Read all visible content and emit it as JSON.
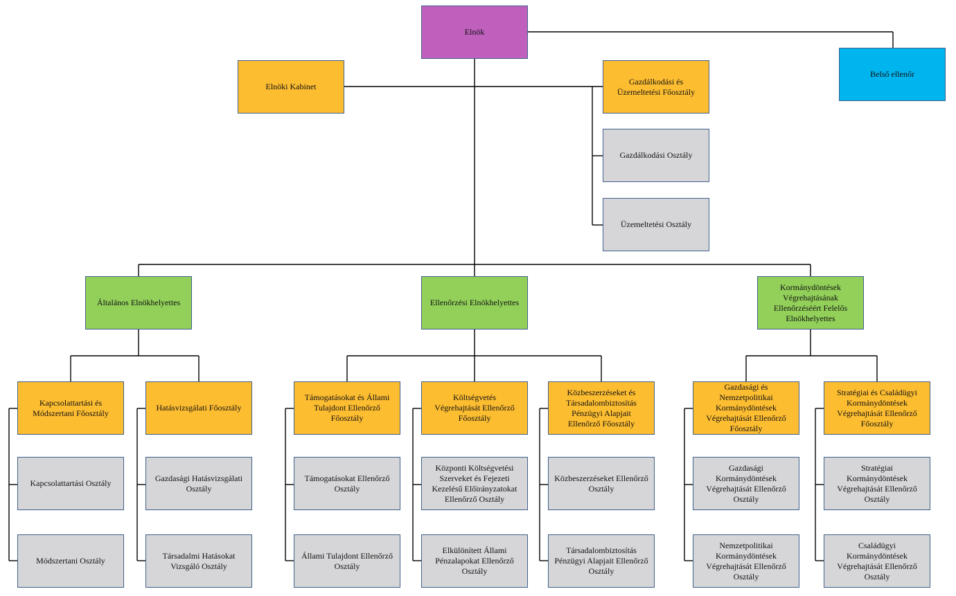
{
  "colors": {
    "president": "#bf60bd",
    "department": "#fdbd31",
    "internal_audit": "#00b4ee",
    "vice_president": "#92d05a",
    "unit": "#d6d6d8",
    "border": "#3f5f8a",
    "connector": "#000000"
  },
  "org": {
    "president": "Elnök",
    "internal_auditor": "Belső ellenőr",
    "cabinet": "Elnöki Kabinet",
    "finance_dept": "Gazdálkodási és\nÜzemeltetési Főosztály",
    "finance_units": [
      "Gazdálkodási Osztály",
      "Üzemeltetési Osztály"
    ],
    "vice_presidents": [
      {
        "label": "Általános Elnökhelyettes",
        "departments": [
          {
            "label": "Kapcsolattartási és\nMódszertani Főosztály",
            "units": [
              "Kapcsolattartási Osztály",
              "Módszertani Osztály"
            ]
          },
          {
            "label": "Hatásvizsgálati Főosztály",
            "units": [
              "Gazdasági Hatásvizsgálati\nOsztály",
              "Társadalmi Hatásokat\nVizsgáló Osztály"
            ]
          }
        ]
      },
      {
        "label": "Ellenőrzési Elnökhelyettes",
        "departments": [
          {
            "label": "Támogatásokat és Állami\nTulajdont Ellenőrző\nFőosztály",
            "units": [
              "Támogatásokat Ellenőrző\nOsztály",
              "Állami Tulajdont Ellenőrző\nOsztály"
            ]
          },
          {
            "label": "Költségvetés\nVégrehajtását Ellenőrző\nFőosztály",
            "units": [
              "Központi Költségvetési\nSzerveket és Fejezeti\nKezelésű Előirányzatokat\nEllenőrző Osztály",
              "Elkülönített Állami\nPénzalapokat Ellenőrző\nOsztály"
            ]
          },
          {
            "label": "Közbeszerzéseket és\nTársadalombiztosítás\nPénzügyi Alapjait\nEllenőrző Főosztály",
            "units": [
              "Közbeszerzéseket Ellenőrző\nOsztály",
              "Társadalombiztosítás\nPénzügyi Alapjait Ellenőrző\nOsztály"
            ]
          }
        ]
      },
      {
        "label": "Kormánydöntések\nVégrehajtásának\nEllenőrzéséért Felelős\nElnökhelyettes",
        "departments": [
          {
            "label": "Gazdasági és\nNemzetpolitikai\nKormánydöntések\nVégrehajtását Ellenőrző\nFőosztály",
            "units": [
              "Gazdasági\nKormánydöntések\nVégrehajtását Ellenőrző\nOsztály",
              "Nemzetpolitikai\nKormánydöntések\nVégrehajtását Ellenőrző\nOsztály"
            ]
          },
          {
            "label": "Stratégiai és Családügyi\nKormánydöntések\nVégrehajtását Ellenőrző\nFőosztály",
            "units": [
              "Stratégiai\nKormánydöntések\nVégrehajtását Ellenőrző\nOsztály",
              "Családügyi\nKormánydöntések\nVégrehajtását Ellenőrző\nOsztály"
            ]
          }
        ]
      }
    ]
  }
}
